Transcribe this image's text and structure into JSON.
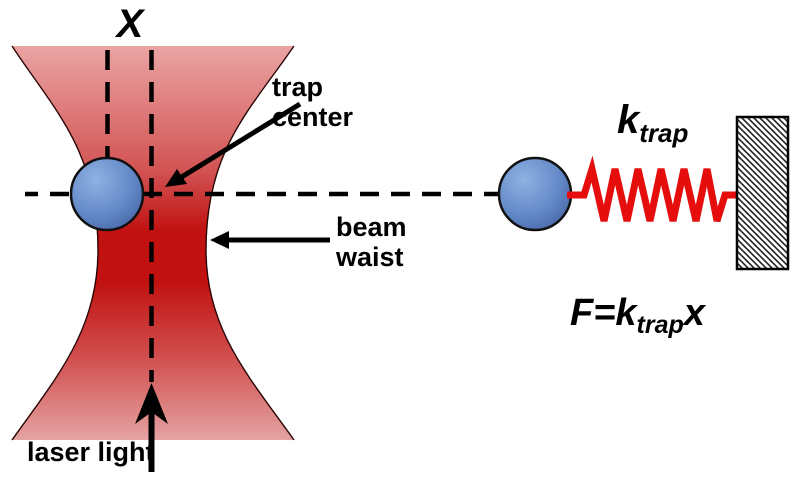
{
  "figure": {
    "description": "Optical tweezers trap diagram with equivalent spring model"
  },
  "labels": {
    "x_axis": "X",
    "trap_center_line1": "trap",
    "trap_center_line2": "center",
    "beam_waist_line1": "beam",
    "beam_waist_line2": "waist",
    "laser_light": "laser light",
    "spring_constant_base": "k",
    "spring_constant_sub": "trap",
    "formula_prefix": "F=k",
    "formula_sub": "trap",
    "formula_suffix": "x"
  },
  "colors": {
    "beam_top": "#eba4a4",
    "beam_mid": "#d25252",
    "beam_waist": "#c11111",
    "beam_bottom": "#e5a3a3",
    "beam_edge_stroke": "#2a0606",
    "bead_light": "#8fb1e2",
    "bead_mid": "#6489c8",
    "bead_dark": "#3d5c9a",
    "bead_outline": "#111111",
    "spring_red": "#e60d0d",
    "line_black": "#000000",
    "hatch_stroke": "#222222"
  }
}
